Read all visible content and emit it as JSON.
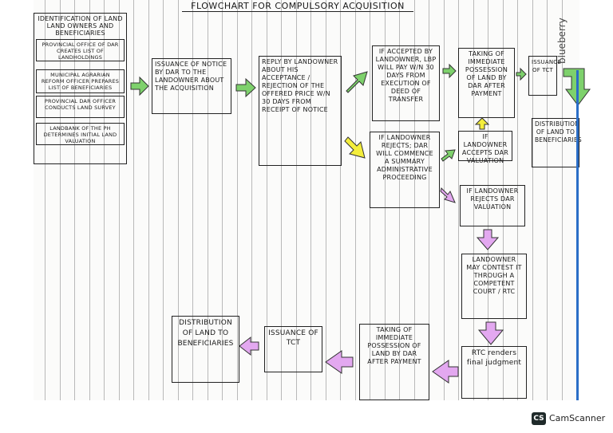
{
  "title": "Flowchart for compulsory acquisition",
  "brand": "blueberry",
  "scanner": {
    "logo": "CS",
    "label": "CamScanner"
  },
  "colors": {
    "green": "#7ed16c",
    "pink": "#e3a8f0",
    "yellow": "#f4ee3c",
    "blue_edge": "#2a6ec7"
  },
  "left_panel": {
    "heading": "Identification of land land owners and beneficiaries",
    "items": [
      "Provincial office of DAR creates list of landholdings",
      "Municipal Agrarian Reform Officer prepares list of beneficiaries",
      "Provincial DAR officer conducts land survey",
      "Landbank of the PH determines initial land valuation"
    ]
  },
  "nodes": {
    "notice": "Issuance of notice by DAR to the landowner about the acquisition",
    "reply": "Reply by landowner about his acceptance / rejection of the offered price w/n 30 days from receipt of notice",
    "accepted": "If accepted by landowner, LBP will pay w/n 30 days from execution of deed of transfer",
    "rejects": "If landowner rejects; DAR will commence a summary administrative proceeding",
    "taking_top": "Taking of immediate possession of land by DAR after payment",
    "tct_top": "Issuance of TCT",
    "dist_top": "Distribution of land to beneficiaries",
    "accepts_val": "If landowner accepts DAR valuation",
    "rejects_val": "If landowner rejects DAR valuation",
    "contest": "Landowner may contest it through a competent court / RTC",
    "rtc": "RTC renders final judgment",
    "taking_bottom": "Taking of immediate possession of land by DAR after payment",
    "tct_bottom": "Issuance of TCT",
    "dist_bottom": "Distribution of land to beneficiaries"
  }
}
